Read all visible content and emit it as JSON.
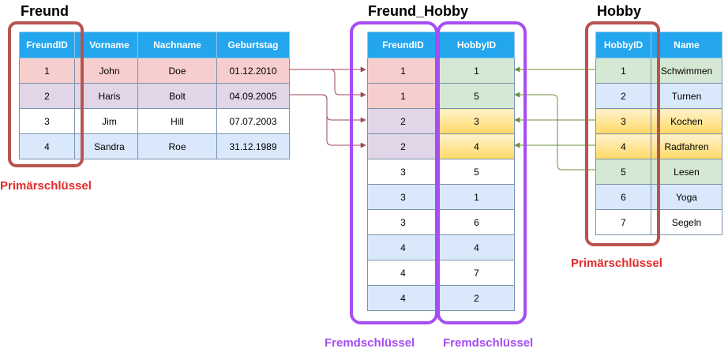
{
  "colors": {
    "header": "#23a6ee",
    "pink": "#f7cece",
    "lilac": "#e1d5e7",
    "white": "#ffffff",
    "lightblue": "#dae8fc",
    "green": "#d5e8d4",
    "yellow": "#ffe380",
    "red_frame": "#b85450",
    "purple_frame": "#a64df3",
    "red_label": "#e32a2a"
  },
  "freund": {
    "title": "Freund",
    "headers": [
      "FreundID",
      "Vorname",
      "Nachname",
      "Geburtstag"
    ],
    "rows": [
      {
        "cells": [
          "1",
          "John",
          "Doe",
          "01.12.2010"
        ],
        "color": "pink"
      },
      {
        "cells": [
          "2",
          "Haris",
          "Bolt",
          "04.09.2005"
        ],
        "color": "lilac"
      },
      {
        "cells": [
          "3",
          "Jim",
          "Hill",
          "07.07.2003"
        ],
        "color": "white"
      },
      {
        "cells": [
          "4",
          "Sandra",
          "Roe",
          "31.12.1989"
        ],
        "color": "lightblue"
      }
    ],
    "key_label": "Primärschlüssel"
  },
  "freund_hobby": {
    "title": "Freund_Hobby",
    "headers": [
      "FreundID",
      "HobbyID"
    ],
    "rows": [
      {
        "cells": [
          "1",
          "1"
        ],
        "colors": [
          "pink",
          "green"
        ]
      },
      {
        "cells": [
          "1",
          "5"
        ],
        "colors": [
          "pink",
          "green"
        ]
      },
      {
        "cells": [
          "2",
          "3"
        ],
        "colors": [
          "lilac",
          "yellow"
        ]
      },
      {
        "cells": [
          "2",
          "4"
        ],
        "colors": [
          "lilac",
          "yellow"
        ]
      },
      {
        "cells": [
          "3",
          "5"
        ],
        "colors": [
          "white",
          "white"
        ]
      },
      {
        "cells": [
          "3",
          "1"
        ],
        "colors": [
          "lightblue",
          "lightblue"
        ]
      },
      {
        "cells": [
          "3",
          "6"
        ],
        "colors": [
          "white",
          "white"
        ]
      },
      {
        "cells": [
          "4",
          "4"
        ],
        "colors": [
          "lightblue",
          "lightblue"
        ]
      },
      {
        "cells": [
          "4",
          "7"
        ],
        "colors": [
          "white",
          "white"
        ]
      },
      {
        "cells": [
          "4",
          "2"
        ],
        "colors": [
          "lightblue",
          "lightblue"
        ]
      }
    ],
    "key_label_left": "Fremdschlüssel",
    "key_label_right": "Fremdschlüssel"
  },
  "hobby": {
    "title": "Hobby",
    "headers": [
      "HobbyID",
      "Name"
    ],
    "rows": [
      {
        "cells": [
          "1",
          "Schwimmen"
        ],
        "color": "green"
      },
      {
        "cells": [
          "2",
          "Turnen"
        ],
        "color": "lightblue"
      },
      {
        "cells": [
          "3",
          "Kochen"
        ],
        "color": "yellow"
      },
      {
        "cells": [
          "4",
          "Radfahren"
        ],
        "color": "yellow"
      },
      {
        "cells": [
          "5",
          "Lesen"
        ],
        "color": "green"
      },
      {
        "cells": [
          "6",
          "Yoga"
        ],
        "color": "lightblue"
      },
      {
        "cells": [
          "7",
          "Segeln"
        ],
        "color": "white"
      }
    ],
    "key_label": "Primärschlüssel"
  }
}
